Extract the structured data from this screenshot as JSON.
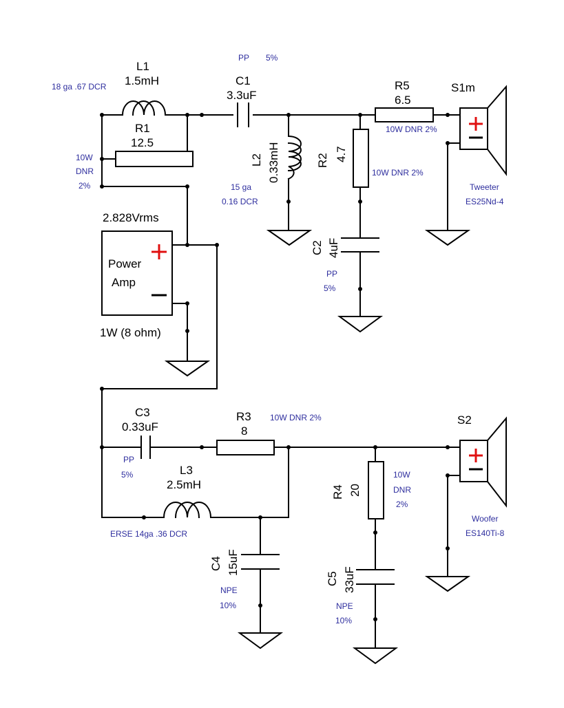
{
  "components": {
    "l1": {
      "ref": "L1",
      "value": "1.5mH",
      "note": "18 ga .67 DCR"
    },
    "r1": {
      "ref": "R1",
      "value": "12.5",
      "note1": "10W",
      "note2": "DNR",
      "note3": "2%"
    },
    "c1": {
      "ref": "C1",
      "value": "3.3uF",
      "note1": "PP",
      "note2": "5%"
    },
    "l2": {
      "ref": "L2",
      "value": "0.33mH",
      "note1": "15 ga",
      "note2": "0.16 DCR"
    },
    "r2": {
      "ref": "R2",
      "value": "4.7",
      "note": "10W DNR 2%"
    },
    "r5": {
      "ref": "R5",
      "value": "6.5",
      "note": "10W DNR 2%"
    },
    "c2": {
      "ref": "C2",
      "value": "4uF",
      "note1": "PP",
      "note2": "5%"
    },
    "s1": {
      "ref": "S1m",
      "note1": "Tweeter",
      "note2": "ES25Nd-4"
    },
    "amp": {
      "voltage": "2.828Vrms",
      "line1": "Power",
      "line2": "Amp",
      "power": "1W (8 ohm)"
    },
    "c3": {
      "ref": "C3",
      "value": "0.33uF",
      "note1": "PP",
      "note2": "5%"
    },
    "r3": {
      "ref": "R3",
      "value": "8",
      "note": "10W DNR 2%"
    },
    "l3": {
      "ref": "L3",
      "value": "2.5mH",
      "note": "ERSE 14ga .36 DCR"
    },
    "c4": {
      "ref": "C4",
      "value": "15uF",
      "note1": "NPE",
      "note2": "10%"
    },
    "r4": {
      "ref": "R4",
      "value": "20",
      "note1": "10W",
      "note2": "DNR",
      "note3": "2%"
    },
    "c5": {
      "ref": "C5",
      "value": "33uF",
      "note1": "NPE",
      "note2": "10%"
    },
    "s2": {
      "ref": "S2",
      "note1": "Woofer",
      "note2": "ES140Ti-8"
    }
  }
}
